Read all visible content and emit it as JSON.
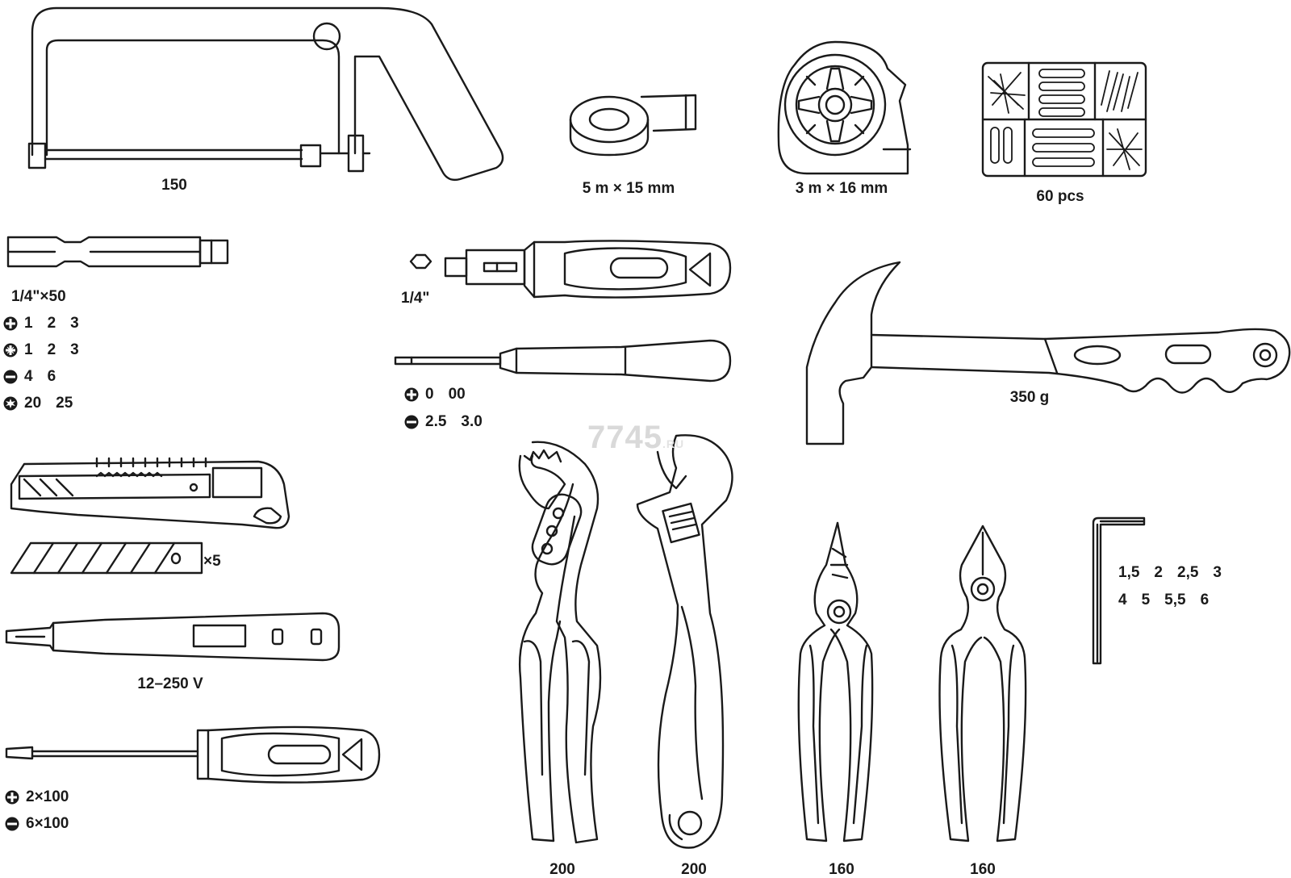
{
  "watermark": {
    "main": "7745",
    "suffix": ".RU"
  },
  "tools": {
    "hacksaw": {
      "label": "150"
    },
    "tape": {
      "label": "5 m × 15 mm"
    },
    "tape_measure": {
      "label": "3 m × 16 mm"
    },
    "organizer": {
      "label": "60 pcs"
    },
    "bits": {
      "label": "1/4\"×50",
      "rows": [
        {
          "icon": "phillips-icon",
          "values": [
            "1",
            "2",
            "3"
          ]
        },
        {
          "icon": "pozidriv-icon",
          "values": [
            "1",
            "2",
            "3"
          ]
        },
        {
          "icon": "slotted-icon",
          "values": [
            "4",
            "6"
          ]
        },
        {
          "icon": "torx-icon",
          "values": [
            "20",
            "25"
          ]
        }
      ]
    },
    "bit_holder": {
      "label": "1/4\""
    },
    "precision_screwdriver": {
      "rows": [
        {
          "icon": "phillips-icon",
          "values": [
            "0",
            "00"
          ]
        },
        {
          "icon": "slotted-icon",
          "values": [
            "2.5",
            "3.0"
          ]
        }
      ]
    },
    "hammer": {
      "label": "350 g"
    },
    "knife": {
      "blades_label": "×5"
    },
    "voltage_tester": {
      "label": "12–250 V"
    },
    "screwdriver": {
      "rows": [
        {
          "icon": "phillips-icon",
          "value": "2×100"
        },
        {
          "icon": "slotted-icon",
          "value": "6×100"
        }
      ]
    },
    "water_pump_pliers": {
      "label": "200"
    },
    "adjustable_wrench": {
      "label": "200"
    },
    "combination_pliers": {
      "label": "160"
    },
    "side_cutters": {
      "label": "160"
    },
    "hex_keys": {
      "rows": [
        [
          "1,5",
          "2",
          "2,5",
          "3"
        ],
        [
          "4",
          "5",
          "5,5",
          "6"
        ]
      ]
    }
  }
}
